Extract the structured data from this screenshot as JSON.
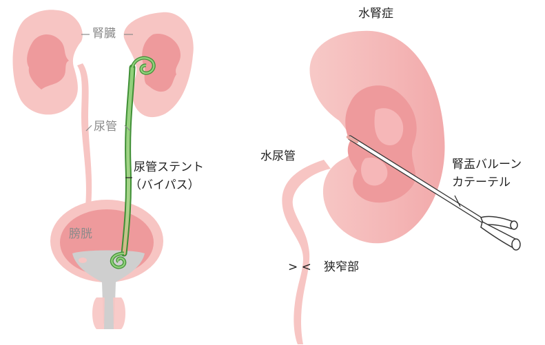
{
  "left_figure": {
    "kidney_label": "腎臓",
    "ureter_label": "尿管",
    "stent_label_line1": "尿管ステント",
    "stent_label_line2": "（バイパス）",
    "bladder_label": "膀胱"
  },
  "right_figure": {
    "title": "水腎症",
    "hydroureter_label": "水尿管",
    "catheter_label_line1": "腎盂バルーン",
    "catheter_label_line2": "カテーテル",
    "stricture_marker": ">  <",
    "stricture_label": "狭窄部"
  },
  "colors": {
    "kidney_outer": "#f7c5c3",
    "kidney_inner": "#ee9a9c",
    "bladder": "#f0a3a5",
    "urine": "#cfcfcf",
    "stent": "#7cc36a",
    "stent_edge": "#3f8f35"
  }
}
